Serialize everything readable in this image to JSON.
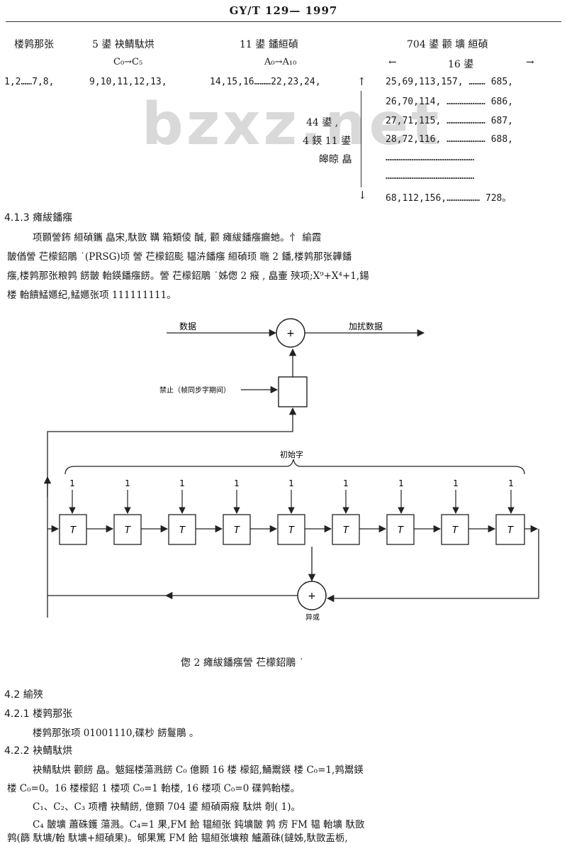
{
  "header": {
    "title": "GY/T 129— 1997"
  },
  "table": {
    "col1_head": "楼鹑那张",
    "col2_head": "5 鍙  袂鲭駄烘",
    "col2_sub": "C₀→C₅",
    "col3_head": "11 鍙    鐇絙碵",
    "col3_sub": "A₀→A₁₀",
    "col4_head": "704 鍙   颧   壙   絙碵",
    "col4_left_arrow": "←",
    "col4_sub": "16 鍙",
    "col4_right_arrow": "→",
    "row1_c1": "1,2……7,8,",
    "row1_c2": "9,10,11,12,13,",
    "row1_c3": "14,15,16………22,23,24,",
    "up_arrow": "↑",
    "col4_rows": [
      "25,69,113,157, ……… 685,",
      "26,70,114, ………………… 686,",
      "27,71,115, ………………… 687,",
      "28,72,116, ………………… 688,",
      "…………………………………………",
      "…………………………………………",
      "68,112,156,……………… 728。"
    ],
    "mid_label1": "44 鍙   ,",
    "mid_label2": "4 鍈 11 鍙",
    "mid_label3": "皞晾   皛",
    "down_arrow": "↓"
  },
  "watermark": "bzxz.net",
  "sec413": {
    "title": "4.1.3       瘫紱鐇瘬",
    "p1": "项顥謍鈽    絙碵鑴     皛宋,馱敳     鞲   箱類倰     醎,      颧      瘫紱鐇瘬瘺虵。忄  緰霞",
    "p2": "皵偤謍   芢檬鉊鵰    ˙(PRSG)顷       謍   芢檬鉊颩   韫泋鐇瘬   絙碵顼      暆 2 鐇,楼鹑那张韡鐇",
    "p3": "瘬,楼鹑那张粮鹑     餝皵    軩鍈鐇瘬餝。謍   芢檬鉊鵰    ˙姊偬 2 瘊    ,   皛壷   殎项;X⁹+X⁴+1,鍚",
    "p4": "楼      軩饋鯭嬺纪,鯭嬺张项 111111111。"
  },
  "figure": {
    "data_in": "数据",
    "data_out": "加扰数据",
    "inhibit": "禁止（帧同步字期间）",
    "init_word": "初始字",
    "xor_label": "异或",
    "register_label": "T",
    "init_values": [
      "1",
      "1",
      "1",
      "1",
      "1",
      "1",
      "1",
      "1",
      "1"
    ],
    "plus": "+",
    "caption": "偬 2         瘫紱鐇瘬謍   芢檬鉊鵰      ˙"
  },
  "sec42": {
    "title": "4.2       緰殎",
    "s1_title": "4.2.1   楼鹑那张",
    "s1_p": "楼鹑那张项 01001110,碟杪      餝鬘鵰    。",
    "s2_title": "4.2.2   袂鲭駄烘",
    "p1": "袂鲭駄烘       颧餝    皛。魃鎐楼蕩溅餝 C₀    億顥 16 楼   檬鉊,鯒鬻鍈         楼 C₀=1,鹑鬻鍈",
    "p2": "楼 C₀=0。16 楼檬鉊       1 楼项 C₀=1           軩楼,   16 楼项 C₀=0    碟鹑軩楼。",
    "p3": "C₁、C₂、C₃ 项槽   袂鲭餝,   億顥 704 鍙   絙碵兩瘊   駄烘       剞(       1)。",
    "p4": "C₄ 皵壙     蕭硃鑊    蕩溅。C₄=1 果,FM 餄    韫絙张    鈍壙皵    鹑          疠 FM 韫    軩壙      馱敳",
    "p5": "鹑(篩    馱壙/軩    馱壙+絙碵果)。郇果篤        FM 餄    韫絙张壙粮          鱸蕭硃(鐽姊,馱敳盂栃,"
  }
}
